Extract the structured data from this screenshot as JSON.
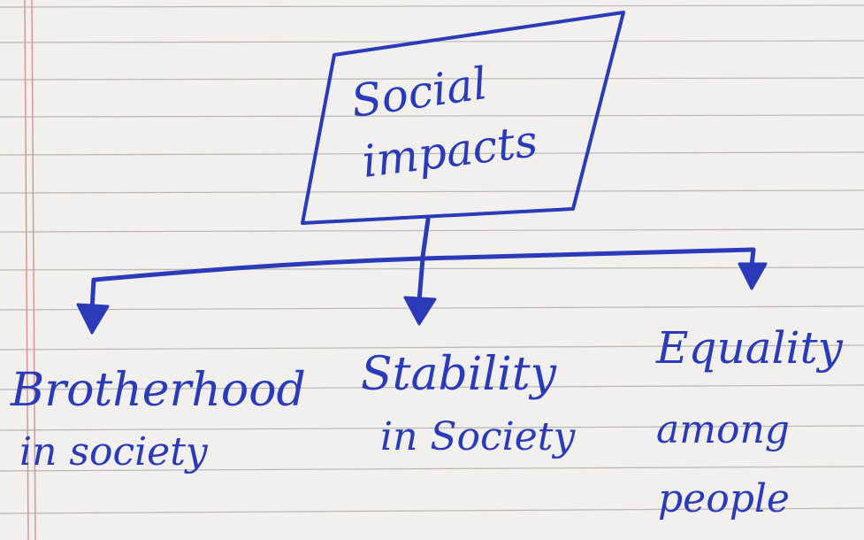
{
  "colors": {
    "ink": "#2a3ab8",
    "paper": "#f1f0ee",
    "ruled_line": "#b9b6b1",
    "margin_line": "#d8908e"
  },
  "root": {
    "line1": "Social",
    "line2": "impacts"
  },
  "children": [
    {
      "line1": "Brotherhood",
      "line2": "in society",
      "line3": ""
    },
    {
      "line1": "Stability",
      "line2": "in Society",
      "line3": ""
    },
    {
      "line1": "Equality",
      "line2": "among",
      "line3": "people"
    }
  ]
}
